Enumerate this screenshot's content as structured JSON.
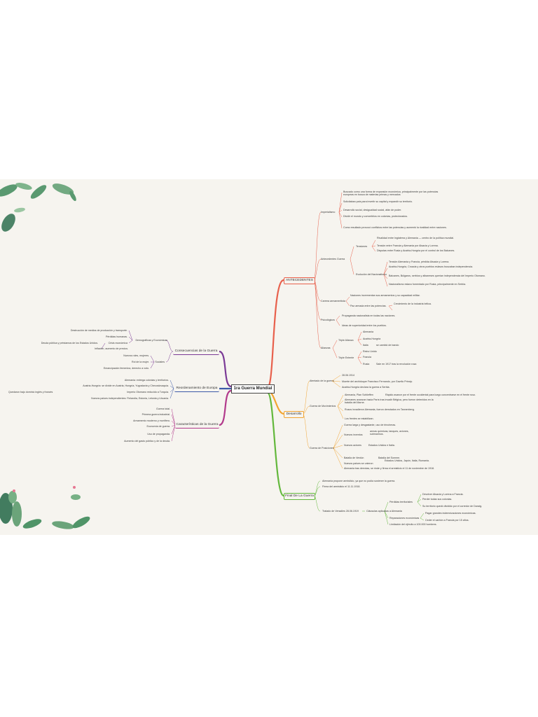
{
  "colors": {
    "antecedentes": "#e8604c",
    "desarrollo": "#f2a431",
    "final": "#63b83c",
    "consecuencias": "#7b3a96",
    "reordenamiento": "#3c5aa8",
    "caracteristicas": "#b23a8c",
    "background": "#f6f4ef",
    "leaf": "#3f8a5a"
  },
  "center": {
    "title": "1ra Guerra Mundial"
  },
  "antecedentes": {
    "label": "ANTECEDENTES",
    "imperialismo": {
      "label": "Imperialismo",
      "items": [
        "Buscado como una forma de expansión económica, principalmente por las potencias europeas en busca de materias primas y mercados",
        "Solicitaban país para invertir su capital y expandir su territorio.",
        "Desarrollo social, desigualdad social, afán de poder.",
        "Dividir el mundo y convertirlos en colonias, protectorados.",
        "Como resultado provocó conflictos entre las potencias y aumentó la rivalidad entre naciones."
      ]
    },
    "nacionalismo": {
      "label": "Antecedentes Guerra",
      "tensiones": {
        "label": "Tensiones",
        "items": [
          "Rivalidad entre Inglaterra y Alemania — centro de la política mundial.",
          "Tensión entre Francia y Alemania por Alsacia y Lorena.",
          "Disputas entre Rusia y Austria-Hungría por el control de los Balcanes."
        ]
      },
      "evolucion": {
        "label": "Evolución del Nacionalismo",
        "items": [
          "Tensión Alemania y Francia, pérdida Alsacia y Lorena.",
          "Austria-Hungría, Croacia y otros pueblos eslavos buscaban independencia.",
          "Balcanes, Búlgaros, serbios y albaneses querían independencia del Imperio Otomano.",
          "Nacionalismo eslavo fomentado por Rusia, principalmente en Serbia."
        ]
      }
    },
    "carrera": {
      "label": "Carrera armamentista",
      "items": [
        "Naciones incrementan sus armamentos y su capacidad militar.",
        "Paz armada entre las potencias.",
        "Crecimiento de la industria bélica."
      ]
    },
    "psicologico": {
      "label": "Psicológicos",
      "items": [
        "Propaganda nacionalista en todas las naciones.",
        "Ideas de superioridad entre los pueblos."
      ]
    },
    "alianzas": {
      "label": "Alianzas",
      "triple_alianza": {
        "label": "Triple Alianza",
        "items": [
          "Alemania",
          "Austria-Hungría",
          "Italia"
        ]
      },
      "triple_entente": {
        "label": "Triple Entente",
        "items": [
          "Reino Unido",
          "Francia",
          "Rusia"
        ]
      },
      "extra": [
        "se cambió de bando",
        "Sale en 1917 tras la revolución rusa"
      ]
    }
  },
  "desarrollo": {
    "label": "Desarrollo",
    "atentado": {
      "label": "Atentado de la guerra",
      "items": [
        "28.06.1914",
        "Muerte del archiduque Francisco Fernando, por Gavrilo Princip.",
        "Austria-Hungría declara la guerra a Serbia."
      ]
    },
    "movimientos": {
      "label": "Guerra de Movimientos",
      "items": [
        "Alemania, Plan Schlieffen",
        "Rápido avance por el frente occidental para luego concentrarse en el frente ruso.",
        "Alemanes avanzan hacia París tras invadir Bélgica, pero fueron detenidos en la batalla del Marne.",
        "Rusos invadieron Alemania, fueron derrotados en Tannenberg.",
        "Los frentes se estabilizan."
      ]
    },
    "posiciones": {
      "label": "Guerra de Posiciones",
      "items": [
        "Guerra larga y desgastante, uso de trincheras.",
        "Nuevos inventos",
        "armas químicas, tanques, aviones, submarinos.",
        "Nuevos actores",
        "Estados Unidos e Italia.",
        "Batalla de Verdún",
        "Batalla del Somme.",
        "Nuevos países se unieron",
        "Estados Unidos, Japón, Italia, Rumania.",
        "Alemania tras derrotas, se rinde y firma el armisticio el 11 de noviembre de 1918."
      ]
    }
  },
  "final": {
    "label": "Final De La Guerra",
    "items": [
      "Alemania propone armisticio, ya que no podía sostener la guerra.",
      "Firma del armisticio el 11.11.1918."
    ],
    "versalles": {
      "label": "Tratado de Versalles 28.06.1919",
      "clausulas": {
        "label": "Cláusulas aplicadas a Alemania",
        "perdidas": {
          "label": "Pérdidas territoriales",
          "items": [
            "Devolver Alsacia y Lorena a Francia.",
            "Perder todas sus colonias.",
            "Su territorio quedó dividido por el corredor de Danzig."
          ]
        },
        "reparaciones": {
          "label": "Reparaciones económicas",
          "items": [
            "Pagar grandes indemnizaciones económicas.",
            "Ceder el carbón a Francia por 15 años."
          ]
        },
        "militar": "Limitación del ejército a 100.000 hombres."
      }
    }
  },
  "consecuencias": {
    "label": "Consecuencias de la Guerra",
    "demograficas": {
      "label": "Demográficas y Económicas",
      "items": [
        "Destrucción de medios de producción y transporte.",
        "Pérdidas humanas.",
        "Crisis económica",
        "Deuda pública y préstamos de los Estados Unidos.",
        "Inflación, aumento de precios."
      ]
    },
    "sociales": {
      "label": "Sociales",
      "items": [
        "Nuevos roles, mujeres.",
        "Rol de la mujer.",
        "Emancipación femenina, derecho a voto."
      ]
    }
  },
  "reordenamiento": {
    "label": "Reordenamiento de Europa",
    "items": [
      "Alemania: entrega colonias y territorios.",
      "Austria-Hungría: se divide en Austria, Hungría, Yugoslavia y Checoslovaquia.",
      "Quedaron bajo dominio inglés y francés",
      "Imperio Otomano reducido a Turquía.",
      "Nuevos países independientes: Finlandia, Estonia, Letonia y Lituania."
    ]
  },
  "caracteristicas": {
    "label": "Características de la Guerra",
    "items": [
      "Guerra total.",
      "Primera guerra industrial.",
      "Armamento moderno y mortífero.",
      "Economía de guerra.",
      "Uso de propaganda.",
      "Aumento del gasto público y de la deuda."
    ]
  }
}
